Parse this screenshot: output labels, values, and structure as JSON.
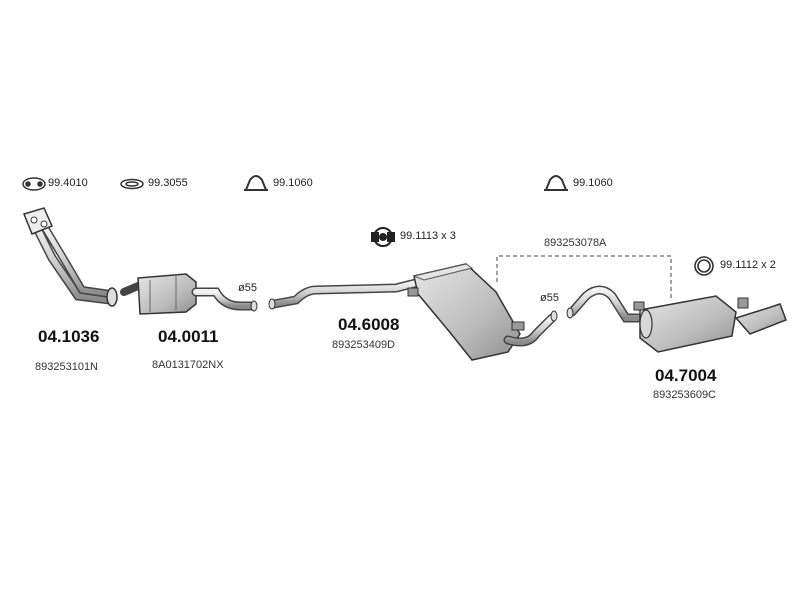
{
  "accessories": {
    "gasket_4010": "99.4010",
    "ring_3055": "99.3055",
    "clamp_1060_a": "99.1060",
    "clamp_1060_b": "99.1060",
    "hanger_1113": "99.1113 x 3",
    "ring_1112": "99.1112 x 2"
  },
  "parts": [
    {
      "number": "04.1036",
      "oem": "893253101N"
    },
    {
      "number": "04.0011",
      "oem": "8A0131702NX"
    },
    {
      "number": "04.6008",
      "oem": "893253409D"
    },
    {
      "number": "04.7004",
      "oem": "893253609C"
    }
  ],
  "combined_oem": "893253078A",
  "diameters": {
    "d1": "ø55",
    "d2": "ø55"
  },
  "icons": [
    "gasket-icon",
    "ring-icon",
    "clamp-icon",
    "hanger-icon",
    "o-ring-icon"
  ]
}
